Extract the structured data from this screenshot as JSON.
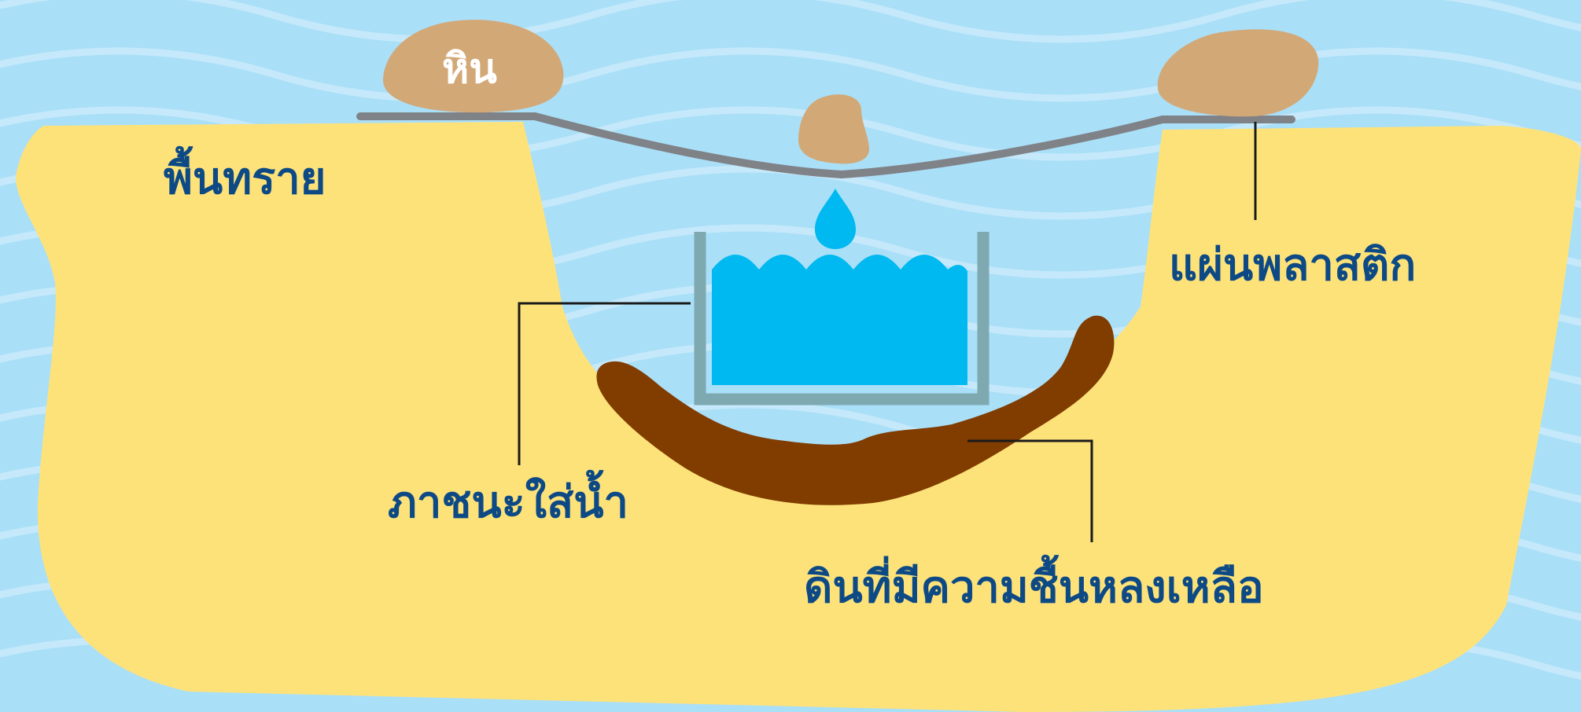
{
  "labels": {
    "sand": "พื้นทราย",
    "rock": "หิน",
    "plastic": "แผ่นพลาสติก",
    "container": "ภาชนะใส่น้ำ",
    "soil": "ดินที่มีความชื้นหลงเหลือ"
  },
  "colors": {
    "sky": "#aadff8",
    "wave": "#c9ebfb",
    "sand": "#fde27a",
    "rock": "#d3a877",
    "plastic": "#7f8287",
    "container": "#7ea9b1",
    "water": "#00b9f1",
    "soil": "#813c00",
    "label_text": "#0d4a85",
    "leader_line": "#1a1a1a"
  }
}
